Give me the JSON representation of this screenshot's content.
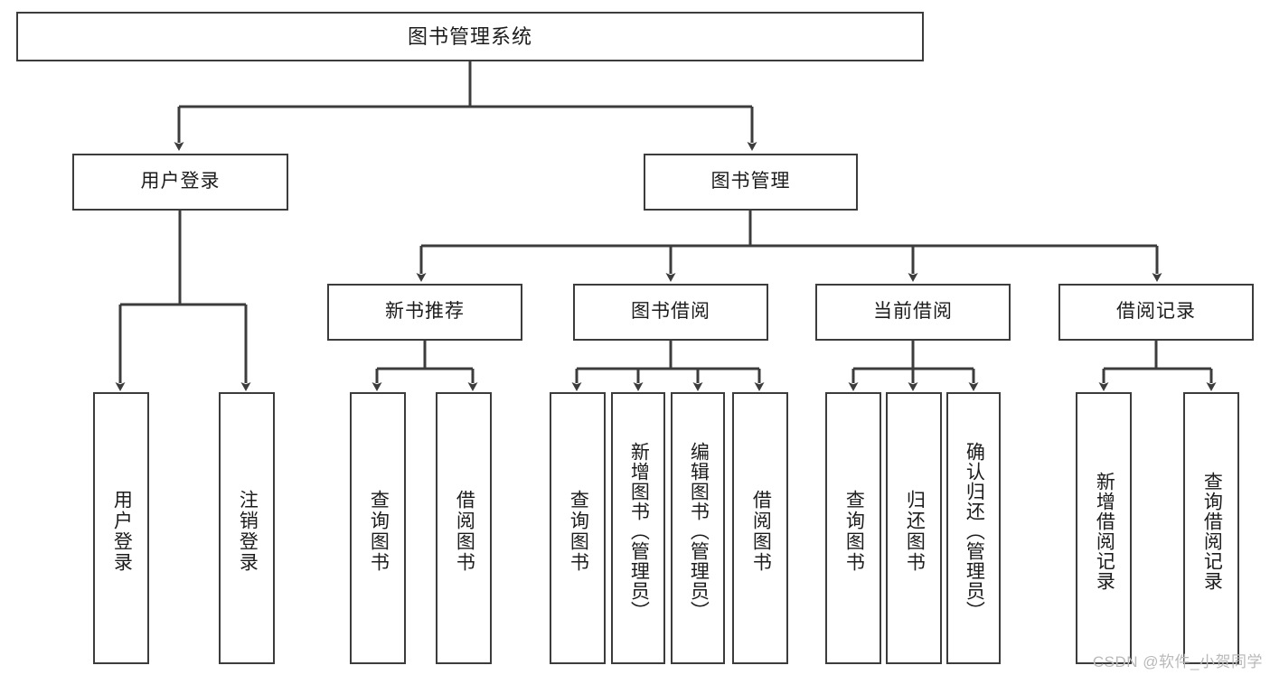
{
  "diagram": {
    "type": "tree-hierarchy-flowchart",
    "title": "图书管理系统",
    "watermark": "CSDN @软件_小贺同学",
    "colors": {
      "box_border": "#3c3c3c",
      "box_fill": "#ffffff",
      "connector": "#3c3c3c",
      "text": "#1c1c1c",
      "watermark": "#b9b9b9",
      "background": "#ffffff"
    },
    "root": {
      "label": "图书管理系统"
    },
    "level2": [
      {
        "id": "user-login",
        "label": "用户登录"
      },
      {
        "id": "book-management",
        "label": "图书管理"
      }
    ],
    "level3": [
      {
        "id": "new-book-recommend",
        "label": "新书推荐",
        "parent": "book-management"
      },
      {
        "id": "book-borrow",
        "label": "图书借阅",
        "parent": "book-management"
      },
      {
        "id": "current-borrow",
        "label": "当前借阅",
        "parent": "book-management"
      },
      {
        "id": "borrow-record",
        "label": "借阅记录",
        "parent": "book-management"
      }
    ],
    "leaves": {
      "user-login": [
        {
          "id": "leaf-user-login",
          "label": "用户登录"
        },
        {
          "id": "leaf-logout",
          "label": "注销登录"
        }
      ],
      "new-book-recommend": [
        {
          "id": "leaf-query-book-1",
          "label": "查询图书"
        },
        {
          "id": "leaf-borrow-book-1",
          "label": "借阅图书"
        }
      ],
      "book-borrow": [
        {
          "id": "leaf-query-book-2",
          "label": "查询图书"
        },
        {
          "id": "leaf-add-book",
          "label": "新增图书（管理员）"
        },
        {
          "id": "leaf-edit-book",
          "label": "编辑图书（管理员）"
        },
        {
          "id": "leaf-borrow-book-2",
          "label": "借阅图书"
        }
      ],
      "current-borrow": [
        {
          "id": "leaf-query-book-3",
          "label": "查询图书"
        },
        {
          "id": "leaf-return-book",
          "label": "归还图书"
        },
        {
          "id": "leaf-confirm-return",
          "label": "确认归还（管理员）"
        }
      ],
      "borrow-record": [
        {
          "id": "leaf-add-record",
          "label": "新增借阅记录"
        },
        {
          "id": "leaf-query-record",
          "label": "查询借阅记录"
        }
      ]
    }
  }
}
